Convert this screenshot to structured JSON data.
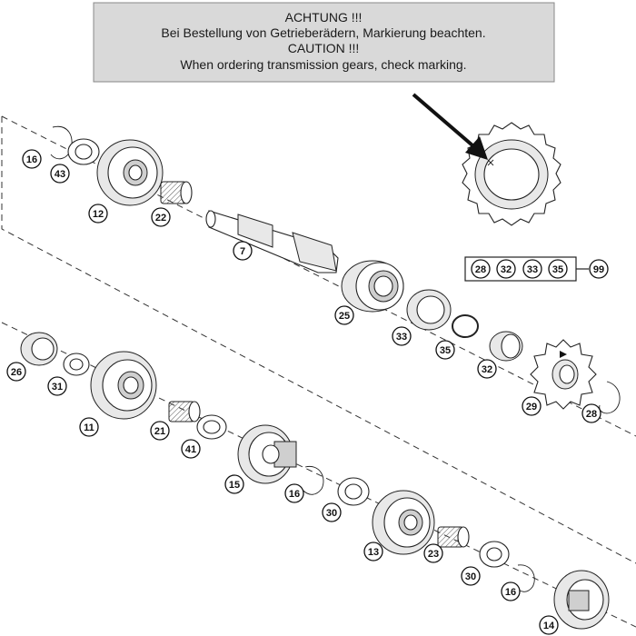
{
  "notice": {
    "line1": "ACHTUNG !!!",
    "line2": "Bei Bestellung von Getrieberädern, Markierung beachten.",
    "line3": "CAUTION !!!",
    "line4": "When ordering transmission gears, check marking."
  },
  "callouts": {
    "c16a": "16",
    "c43": "43",
    "c12": "12",
    "c22": "22",
    "c7": "7",
    "c25": "25",
    "c33": "33",
    "c35": "35",
    "c32": "32",
    "c29": "29",
    "c28": "28",
    "c26": "26",
    "c31": "31",
    "c11": "11",
    "c21": "21",
    "c41": "41",
    "c15": "15",
    "c16b": "16",
    "c30a": "30",
    "c13": "13",
    "c23": "23",
    "c30b": "30",
    "c16c": "16",
    "c14": "14"
  },
  "kit": {
    "k28": "28",
    "k32": "32",
    "k33": "33",
    "k35": "35",
    "k99": "99"
  },
  "colors": {
    "notice_bg": "#d9d9d9",
    "line": "#222222"
  }
}
